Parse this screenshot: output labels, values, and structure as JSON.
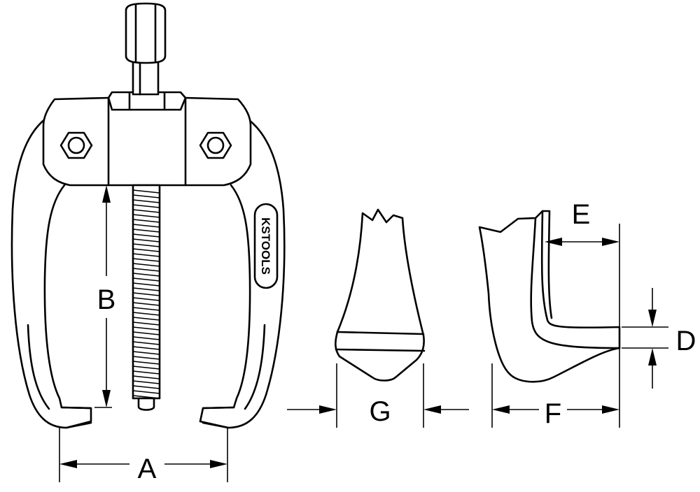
{
  "labels": {
    "a": "A",
    "b": "B",
    "d": "D",
    "e": "E",
    "f": "F",
    "g": "G"
  },
  "logo": {
    "text": "KSTOOLS"
  },
  "colors": {
    "line": "#000000",
    "background": "#ffffff"
  }
}
